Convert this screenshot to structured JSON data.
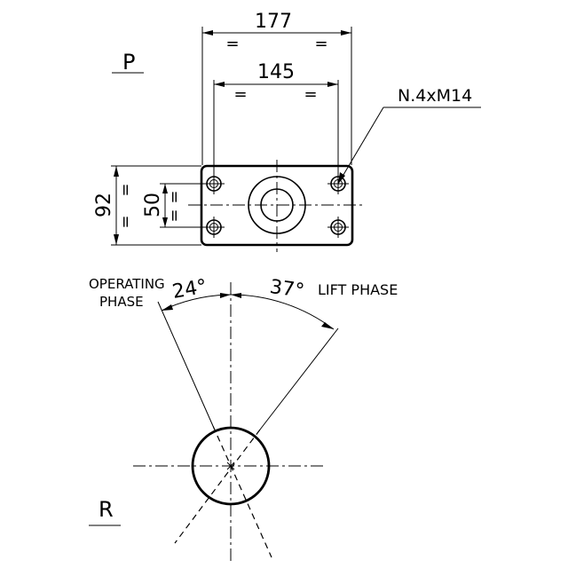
{
  "view_labels": {
    "top_view": "P",
    "bottom_view": "R"
  },
  "dimensions": {
    "overall_width": "177",
    "hole_spacing_x": "145",
    "overall_height": "92",
    "hole_spacing_y": "50",
    "thread_callout": "N.4xM14"
  },
  "symmetry_marks": {
    "equal": "="
  },
  "angles": {
    "operating_angle": "24°",
    "operating_label_line1": "OPERATING",
    "operating_label_line2": "PHASE",
    "lift_angle": "37°",
    "lift_label": "LIFT PHASE"
  }
}
